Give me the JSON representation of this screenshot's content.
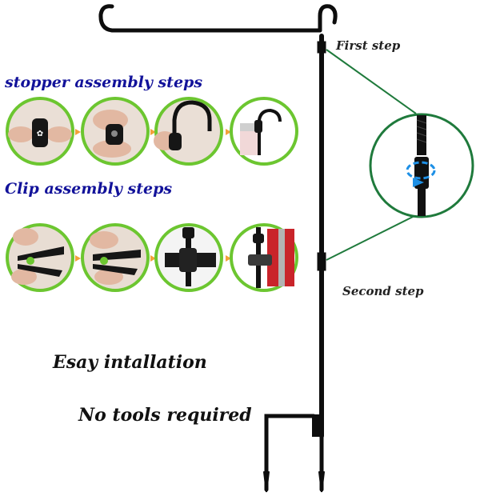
{
  "labels": {
    "first_step": "First step",
    "second_step": "Second step",
    "stopper_heading": "stopper assembly steps",
    "clip_heading": "Clip assembly steps",
    "easy_install": "Esay intallation",
    "no_tools": "No tools required"
  },
  "colors": {
    "ring_green": "#6cc630",
    "arrow_orange": "#f2a13a",
    "pole_black": "#0d0d0d",
    "leader_green": "#1f7a3c",
    "accent_blue": "#1e90e6",
    "heading_blue": "#12129a"
  },
  "stopper_steps": [
    {
      "icon": "hand-holding-stopper-icon"
    },
    {
      "icon": "stopper-pressed-icon"
    },
    {
      "icon": "stopper-on-hook-icon"
    },
    {
      "icon": "hook-with-flag-icon"
    }
  ],
  "clip_steps": [
    {
      "icon": "clip-open-icon"
    },
    {
      "icon": "clip-pressed-icon"
    },
    {
      "icon": "clip-on-pole-icon"
    },
    {
      "icon": "clip-holding-flag-icon"
    }
  ]
}
